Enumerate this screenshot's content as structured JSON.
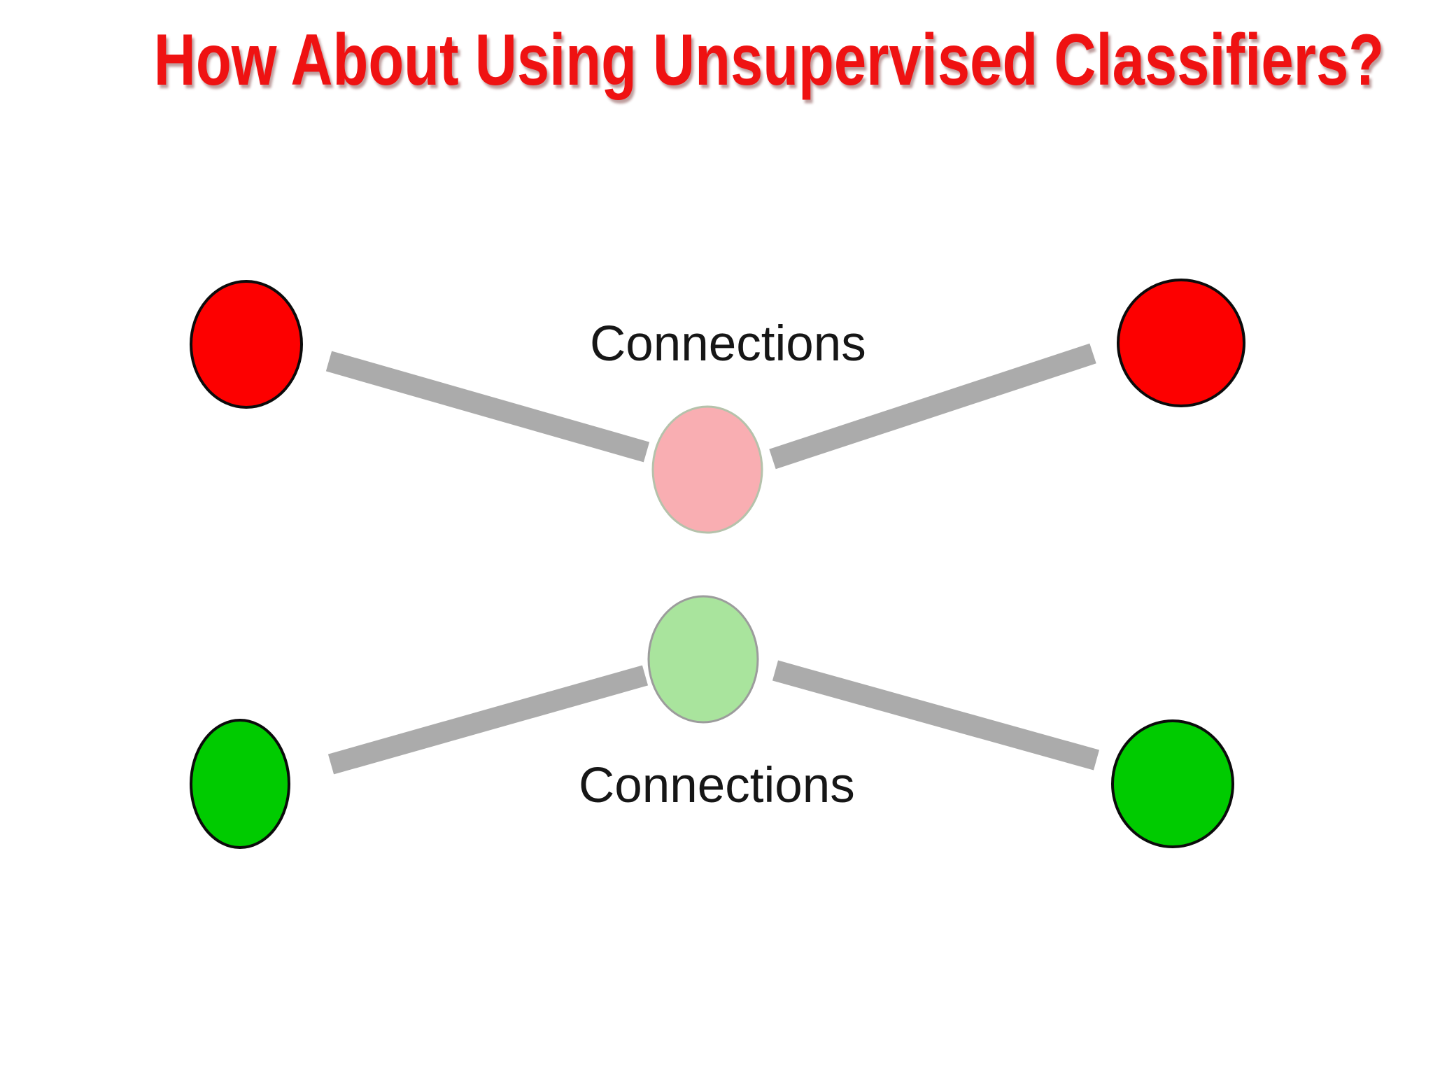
{
  "title": {
    "text": "How About Using Unsupervised Classifiers?"
  },
  "labels": {
    "top": "Connections",
    "bottom": "Connections"
  },
  "colors": {
    "background": "#ffffff",
    "title_red": "#ef1212",
    "label_text": "#161616",
    "connector_gray": "#ababab",
    "node_red_fill": "#fd0000",
    "node_green_fill": "#00cb00",
    "node_outline_black": "#0b0b0b",
    "hub_pink_fill": "#f9aeb2",
    "hub_pink_outline": "#b5c2ab",
    "hub_light_green_fill": "#a9e49d",
    "hub_light_green_outline": "#9c9c9c"
  }
}
